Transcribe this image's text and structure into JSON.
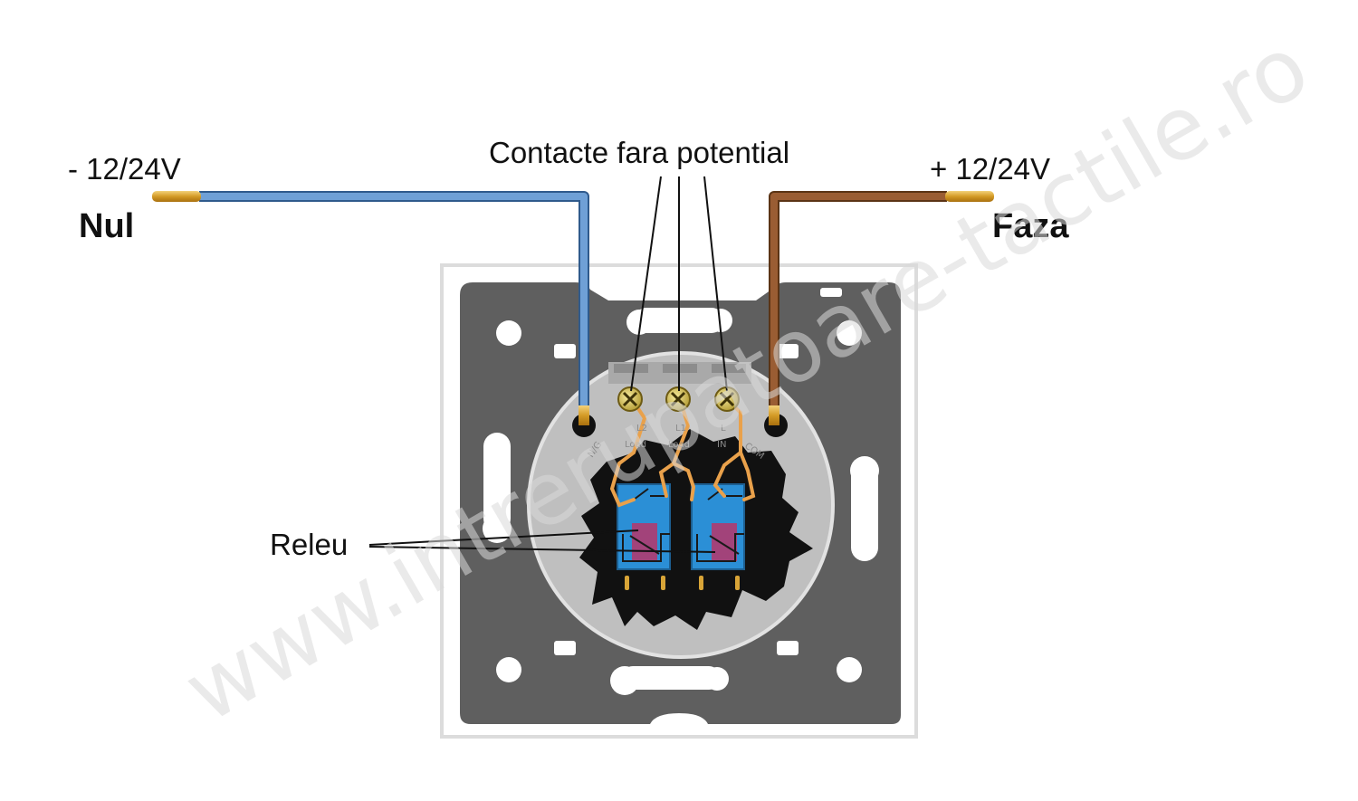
{
  "labels": {
    "neg_voltage": "- 12/24V",
    "neutral": "Nul",
    "contacts": "Contacte fara potential",
    "pos_voltage": "+ 12/24V",
    "phase": "Faza",
    "relay": "Releu"
  },
  "terminal_marks": {
    "l2": "L2",
    "l1": "L1",
    "l": "L",
    "load_a": "Load",
    "load_b": "Load",
    "in": "IN",
    "com": "COM",
    "ng": "N/G"
  },
  "watermark": "www.intrerupatoare-tactile.ro",
  "colors": {
    "neutral_wire": "#6fa0d6",
    "phase_wire": "#9a5d33",
    "plate": "#5f5f5f",
    "housing": "#bdbdbd",
    "relay_body": "#2b8fd6",
    "relay_coil": "#a2437a",
    "pcb": "#111111",
    "screw": "#d7c35a",
    "inner_wire": "#e9a14b"
  }
}
